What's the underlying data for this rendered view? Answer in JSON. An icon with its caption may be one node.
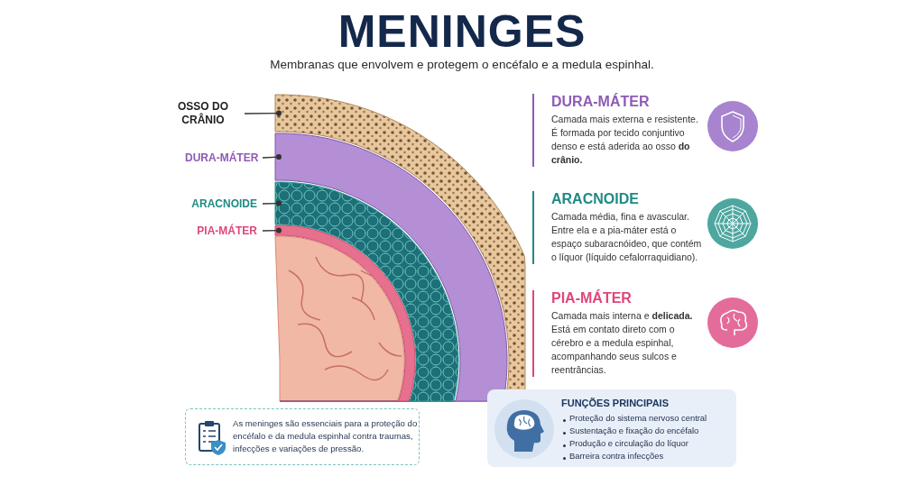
{
  "diagram": {
    "title": "MENINGES",
    "caption": "Membranas que envolvem e protegem o encéfalo e a medula espinhal.",
    "nodes": [
      {
        "text": [
          "OSSO DO CRÂNIO"
        ]
      },
      {
        "text": [
          "DURA-MÁTER"
        ]
      },
      {
        "text": [
          "ARACNOIDE"
        ]
      },
      {
        "text": [
          "PIA-MÁTER"
        ]
      },
      {
        "text": [],
        "shape": "picture"
      },
      {
        "text": [],
        "shape": "picture"
      },
      {
        "text": [],
        "shape": "picture"
      },
      {
        "text": [],
        "shape": "picture"
      },
      {
        "text": [
          "DURA-MÁTER",
          "Camada mais externa e resistente. É formada por tecido conjuntivo denso e está aderida ao osso **do crânio.**"
        ]
      },
      {
        "text": [
          "ARACNOIDE",
          "Camada média, fina e avascular. Entre ela e a pia-máter está o espaço subaracnóideo, que contém o líquor (líquido cefalorraquidiano)."
        ]
      },
      {
        "text": [
          "PIA-MÁTER",
          "Camada mais interna e **delicada.** Está em contato direto com o cérebro e a medula espinhal, acompanhando seus sulcos e reentrâncias."
        ]
      },
      {
        "text": [
          "As meninges são essenciais para a proteção do encéfalo e da medula espinhal contra traumas, infecções e variações de pressão."
        ]
      },
      {
        "text": [
          "FUNÇÕES PRINCIPAIS",
          "Proteção do sistema nervoso central",
          "Sustentação e fixação do encéfalo",
          "Produção e circulação do líquor",
          "Barreira contra infecções"
        ]
      }
    ],
    "edges": [
      {
        "from": 0,
        "to": 4,
        "arrow": "other"
      },
      {
        "from": 1,
        "to": 5,
        "arrow": "other"
      },
      {
        "from": 2,
        "to": 6,
        "arrow": "other"
      },
      {
        "from": 3,
        "to": 7,
        "arrow": "other"
      }
    ]
  }
}
